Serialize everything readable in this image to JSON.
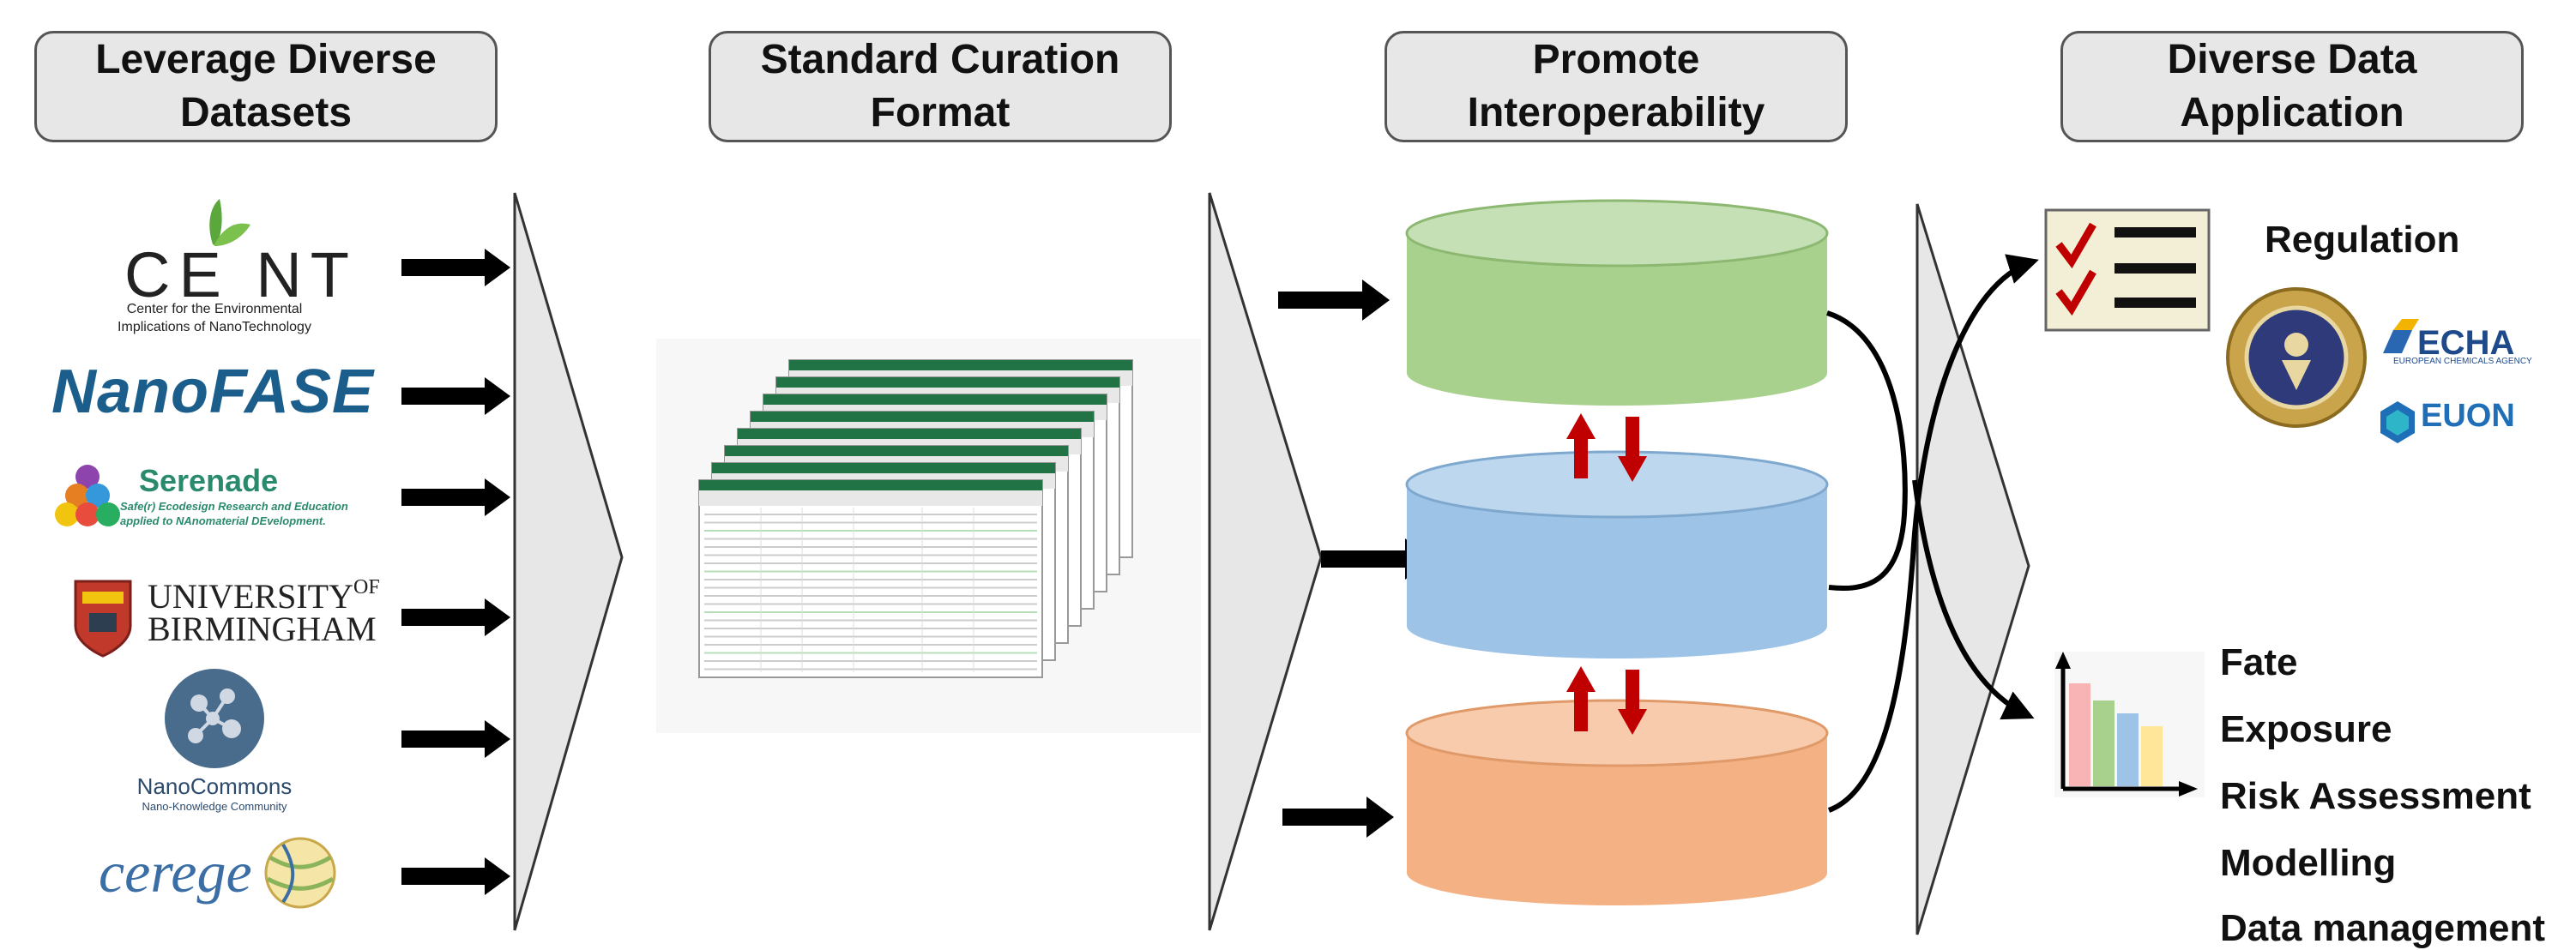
{
  "headers": {
    "leverage": {
      "line1": "Leverage Diverse",
      "line2": "Datasets"
    },
    "standard": {
      "line1": "Standard Curation",
      "line2": "Format"
    },
    "promote": {
      "line1": "Promote",
      "line2": "Interoperability"
    },
    "application": {
      "line1": "Diverse Data",
      "line2": "Application"
    }
  },
  "logos": {
    "ceint": {
      "name": "CE NT",
      "caption1": "Center for the Environmental",
      "caption2": "Implications of NanoTechnology"
    },
    "nanofase": {
      "name": "NanoFASE"
    },
    "serenade": {
      "name": "Serenade",
      "caption1": "Safe(r) Ecodesign Research and Education",
      "caption2": "applied to NAnomaterial DEvelopment."
    },
    "birmingham": {
      "line1": "UNIVERSITY",
      "of": "OF",
      "line2": "BIRMINGHAM"
    },
    "nanocommons": {
      "name": "NanoCommons",
      "caption": "Nano-Knowledge Community"
    },
    "cerege": {
      "name": "cerege"
    },
    "echa": {
      "name": "ECHA",
      "caption": "EUROPEAN CHEMICALS AGENCY"
    },
    "euon": {
      "name": "EUON"
    }
  },
  "applications": {
    "regulation": "Regulation",
    "items": [
      "Fate",
      "Exposure",
      "Risk Assessment",
      "Modelling",
      "Data management"
    ]
  },
  "colors": {
    "green_db": "#a8d08d",
    "blue_db": "#9dc3e6",
    "orange_db": "#f4b183",
    "red_arrow": "#c00000",
    "chevron": "#e7e7e7",
    "header_bg": "#e7e7e7"
  }
}
